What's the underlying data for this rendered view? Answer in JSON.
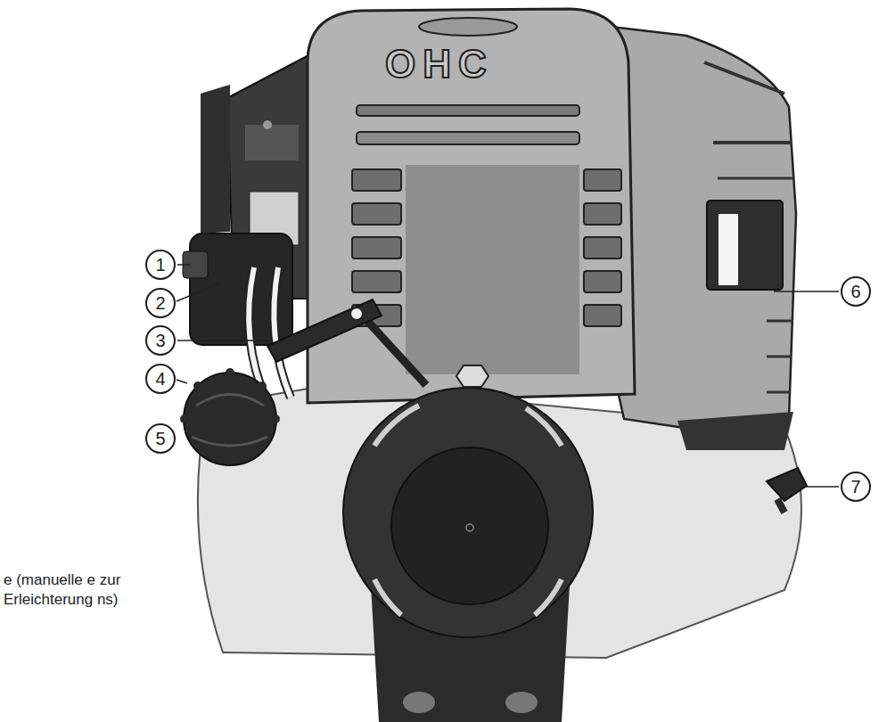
{
  "diagram": {
    "nodes": [
      {
        "text": [
          "1"
        ]
      },
      {
        "text": [
          "2"
        ]
      },
      {
        "text": [
          "3"
        ]
      },
      {
        "text": [
          "4"
        ]
      },
      {
        "text": [
          "5"
        ]
      },
      {
        "text": [
          "6"
        ]
      },
      {
        "text": [
          "7"
        ]
      }
    ],
    "labels": [
      "OHC",
      "e (manuelle e zur Erleichterung ns)"
    ]
  }
}
